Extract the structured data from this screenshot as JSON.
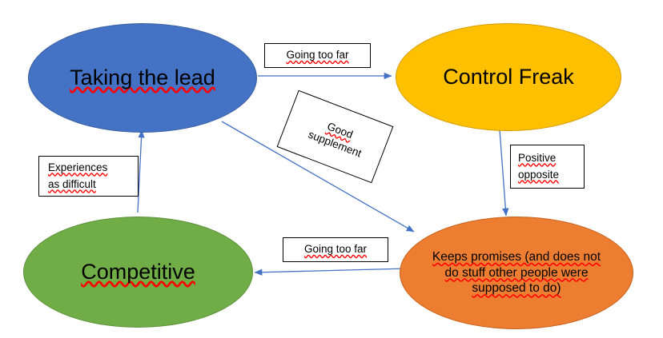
{
  "diagram": {
    "type": "concept-map",
    "background": "#FFFFFF",
    "nodes": [
      {
        "id": "taking-the-lead",
        "label": "Taking the lead",
        "shape": "ellipse",
        "fill": "#4472C4",
        "stroke": "#3A5FA0",
        "text_color": "#000000",
        "spellcheck_underline": true
      },
      {
        "id": "control-freak",
        "label": "Control Freak",
        "shape": "ellipse",
        "fill": "#FFC000",
        "stroke": "#D79B00",
        "text_color": "#000000",
        "spellcheck_underline": false
      },
      {
        "id": "competitive",
        "label": "Competitive",
        "shape": "ellipse",
        "fill": "#70AD47",
        "stroke": "#5C9139",
        "text_color": "#000000",
        "spellcheck_underline": true
      },
      {
        "id": "keeps-promises",
        "label": "Keeps promises (and does not do stuff other people were supposed to do)",
        "line1": "Keeps promises (and does not",
        "line2": "do stuff other people were",
        "line3": "supposed to do)",
        "shape": "ellipse",
        "fill": "#ED7D31",
        "stroke": "#C7611C",
        "text_color": "#000000",
        "spellcheck_underline": true
      }
    ],
    "edge_labels": [
      {
        "id": "going-too-far-top",
        "text": "Going too far",
        "from": "taking-the-lead",
        "to": "control-freak",
        "rotation_deg": 0
      },
      {
        "id": "good-supplement",
        "text": "Good supplement",
        "line1": "Good",
        "line2": "supplement",
        "from": "taking-the-lead",
        "to": "keeps-promises",
        "rotation_deg": 21
      },
      {
        "id": "positive-opposite",
        "text": "Positive opposite",
        "line1": "Positive",
        "line2": "opposite",
        "from": "control-freak",
        "to": "keeps-promises",
        "rotation_deg": 0
      },
      {
        "id": "going-too-far-bottom",
        "text": "Going too far",
        "from": "keeps-promises",
        "to": "competitive",
        "rotation_deg": 0
      },
      {
        "id": "experiences-as-difficult",
        "text": "Experiences as difficult",
        "line1": "Experiences",
        "line2": "as difficult",
        "from": "competitive",
        "to": "taking-the-lead",
        "rotation_deg": 0
      }
    ],
    "arrows": [
      {
        "id": "arrow-lead-to-control",
        "from": "taking-the-lead",
        "to": "control-freak",
        "color": "#4472C4"
      },
      {
        "id": "arrow-lead-to-keeps",
        "from": "taking-the-lead",
        "to": "keeps-promises",
        "color": "#4472C4"
      },
      {
        "id": "arrow-control-to-keeps",
        "from": "control-freak",
        "to": "keeps-promises",
        "color": "#4472C4"
      },
      {
        "id": "arrow-keeps-to-competitive",
        "from": "keeps-promises",
        "to": "competitive",
        "color": "#4472C4"
      },
      {
        "id": "arrow-competitive-to-lead",
        "from": "competitive",
        "to": "taking-the-lead",
        "color": "#4472C4"
      }
    ]
  }
}
